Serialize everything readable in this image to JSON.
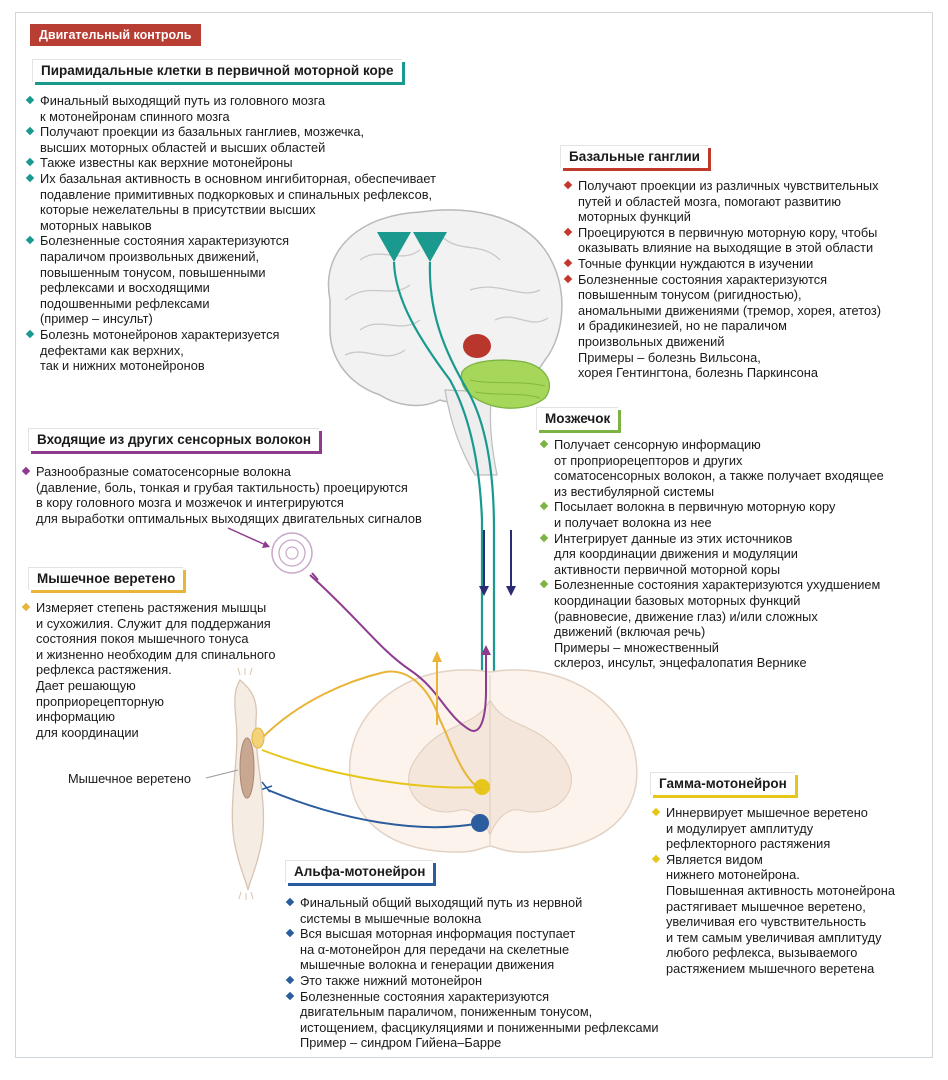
{
  "title": "Двигательный контроль",
  "colors": {
    "title_bg": "#b83d33",
    "pyramidal": "#1a9a8e",
    "basal": "#c0392b",
    "cerebellum": "#7cb342",
    "afferent": "#8e3b8f",
    "spindle": "#e8b43a",
    "gamma": "#e6c619",
    "alpha": "#2a5c9e"
  },
  "sections": {
    "pyramidal": {
      "heading": "Пирамидальные клетки в первичной моторной коре",
      "items": [
        "Финальный выходящий путь из головного мозга\n  к мотонейронам спинного мозга",
        "Получают проекции из базальных ганглиев, мозжечка,\n высших моторных областей и высших областей",
        "Также известны как верхние мотонейроны",
        "Их базальная активность в основном ингибиторная, обеспечивает\nподавление примитивных подкорковых и спинальных рефлексов,\nкоторые нежелательны в присутствии высших\nмоторных навыков",
        "Болезненные состояния характеризуются\nпараличом произвольных движений,\nповышенным тонусом, повышенными\nрефлексами и восходящими\nподошвенными рефлексами\n(пример – инсульт)",
        "Болезнь мотонейронов характеризуется\nдефектами как верхних,\nтак и нижних мотонейронов"
      ]
    },
    "basal": {
      "heading": "Базальные ганглии",
      "items": [
        "Получают проекции из различных чувствительных\nпутей и областей мозга, помогают развитию\nмоторных функций",
        "Проецируются в первичную моторную кору, чтобы\nоказывать влияние на выходящие  в этой области",
        "Точные функции нуждаются в изучении",
        "Болезненные состояния характеризуются\nповышенным тонусом (ригидностью),\nаномальными движениями (тремор, хорея, атетоз)\nи брадикинезией, но не параличом\nпроизвольных движений\nПримеры – болезнь Вильсона,\nхорея Гентингтона, болезнь Паркинсона"
      ]
    },
    "cerebellum": {
      "heading": "Мозжечок",
      "items": [
        "Получает сенсорную информацию\nот проприорецепторов и других\nсоматосенсорных волокон, а также получает входящее\nиз вестибулярной системы",
        "Посылает волокна в первичную моторную кору\nи получает волокна из нее",
        "Интегрирует данные из этих источников\nдля координации движения и модуляции\nактивности первичной моторной коры",
        "Болезненные состояния характеризуются ухудшением\nкоординации базовых моторных функций\n(равновесие, движение глаз) и/или сложных\nдвижений (включая речь)\nПримеры – множественный\nсклероз, инсульт, энцефалопатия Вернике"
      ]
    },
    "afferent": {
      "heading": "Входящие из других сенсорных волокон",
      "items": [
        "Разнообразные соматосенсорные волокна\n(давление, боль, тонкая и грубая тактильность) проецируются\nв кору головного мозга и мозжечок и интегрируются\nдля выработки оптимальных выходящих двигательных сигналов"
      ]
    },
    "spindle": {
      "heading": "Мышечное веретено",
      "items": [
        "Измеряет степень растяжения мышцы\nи сухожилия. Служит для поддержания\nсостояния покоя мышечного тонуса\nи жизненно необходим для спинального\nрефлекса растяжения.\nДает решающую\nпроприорецепторную\nинформацию\nдля координации"
      ]
    },
    "gamma": {
      "heading": "Гамма-мотонейрон",
      "items": [
        "Иннервирует мышечное веретено\nи модулирует амплитуду\nрефлекторного растяжения",
        "Является видом\nнижнего мотонейрона.\nПовышенная активность мотонейрона\nрастягивает мышечное веретено,\nувеличивая его чувствительность\nи тем самым увеличивая амплитуду\nлюбого рефлекса, вызываемого\nрастяжением мышечного веретена"
      ]
    },
    "alpha": {
      "heading": "Альфа-мотонейрон",
      "items": [
        "Финальный  общий выходящий путь из нервной\nсистемы в мышечные волокна",
        "Вся высшая моторная информация поступает\nна α-мотонейрон для передачи на скелетные\nмышечные волокна и генерации движения",
        "Это также нижний мотонейрон",
        "Болезненные состояния характеризуются\nдвигательным параличом, пониженным тонусом,\nистощением, фасцикуляциями и пониженными рефлексами\nПример – синдром Гийена–Барре"
      ]
    }
  },
  "labels": {
    "muscle_spindle": "Мышечное веретено"
  }
}
